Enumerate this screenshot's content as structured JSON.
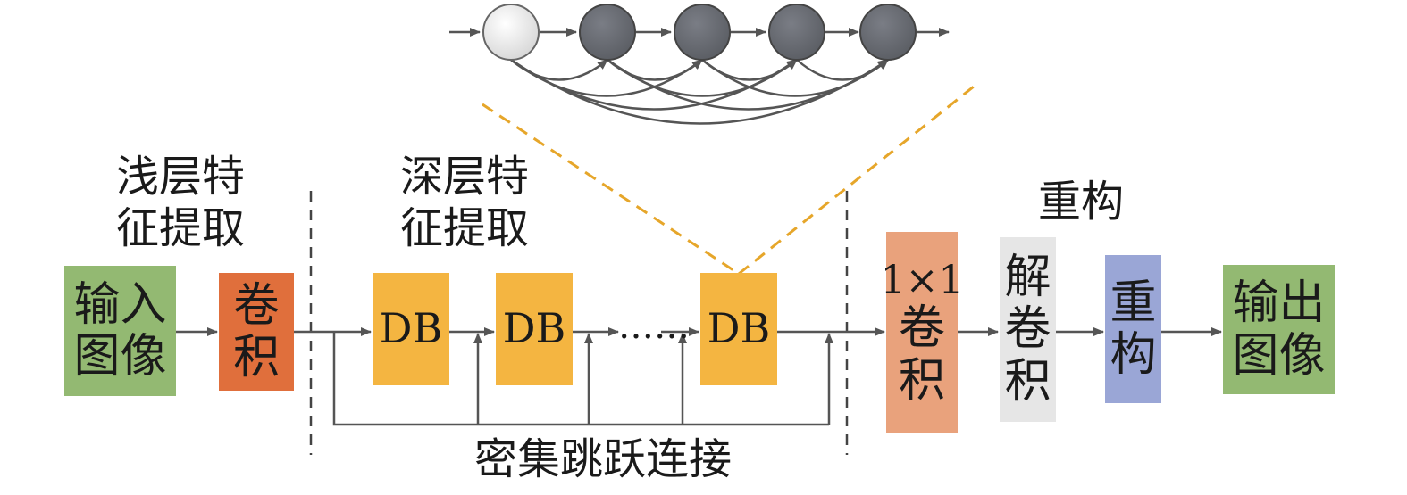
{
  "labels": {
    "shallow_feature": [
      "浅层特",
      "征提取"
    ],
    "deep_feature": [
      "深层特",
      "征提取"
    ],
    "reconstruction": "重构",
    "dense_skip": "密集跳跃连接"
  },
  "boxes": {
    "input_image": [
      "输入",
      "图像"
    ],
    "conv": [
      "卷",
      "积"
    ],
    "db1": "DB",
    "db2": "DB",
    "db3": "DB",
    "ellipsis": "……",
    "conv1x1": [
      "1×1",
      "卷",
      "积"
    ],
    "deconv": [
      "解",
      "卷",
      "积"
    ],
    "recon": [
      "重",
      "构"
    ],
    "output_image": [
      "输出",
      "图像"
    ]
  },
  "colors": {
    "green": "#93b972",
    "orange": "#e06f3c",
    "yellow": "#f4b541",
    "peach": "#e9a27c",
    "grey": "#e6e6e6",
    "lavender": "#9aa6d6",
    "dashed_orange": "#e6a62a",
    "line": "#555555"
  }
}
